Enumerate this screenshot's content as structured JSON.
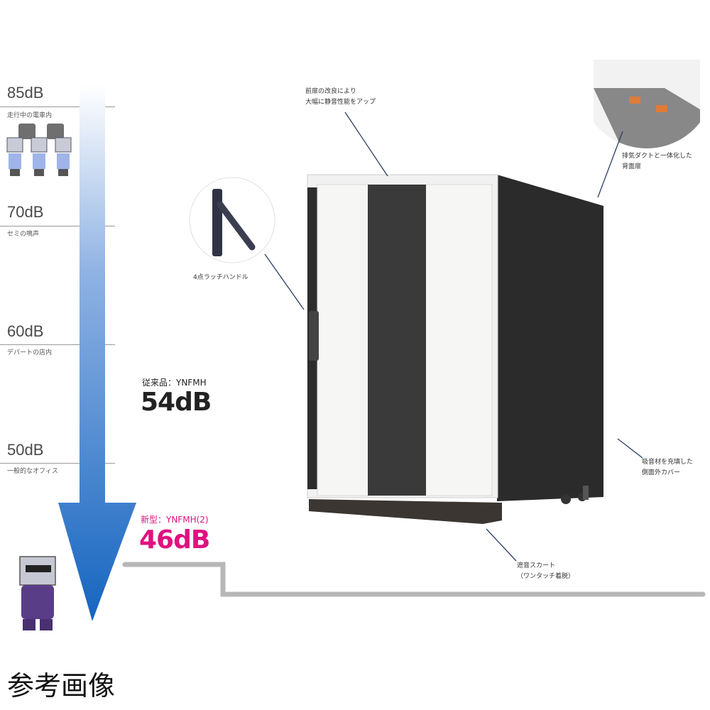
{
  "scale": [
    {
      "db": "85dB",
      "desc": "走行中の電車内"
    },
    {
      "db": "70dB",
      "desc": "セミの鳴声"
    },
    {
      "db": "60dB",
      "desc": "デパートの店内"
    },
    {
      "db": "50dB",
      "desc": "一般的なオフィス"
    }
  ],
  "old_product": {
    "label": "従来品：YNFMH",
    "value": "54dB"
  },
  "new_product": {
    "label": "新型：YNFMH(2)",
    "value": "46dB"
  },
  "callouts": {
    "front_door": [
      "前扉の改良により",
      "大幅に静音性能をアップ"
    ],
    "latch": "4点ラッチハンドル",
    "rear_door": [
      "排気ダクトと一体化した",
      "背面扉"
    ],
    "side_cover": [
      "吸音材を充填した",
      "側面外カバー"
    ],
    "skirt": [
      "遮音スカート",
      "（ワンタッチ着脱）"
    ]
  },
  "caption": "参考画像",
  "colors": {
    "accent_new": "#e0117f",
    "arrow_top": "#ffffff",
    "arrow_bottom": "#1565c0",
    "dark_text": "#222222"
  }
}
